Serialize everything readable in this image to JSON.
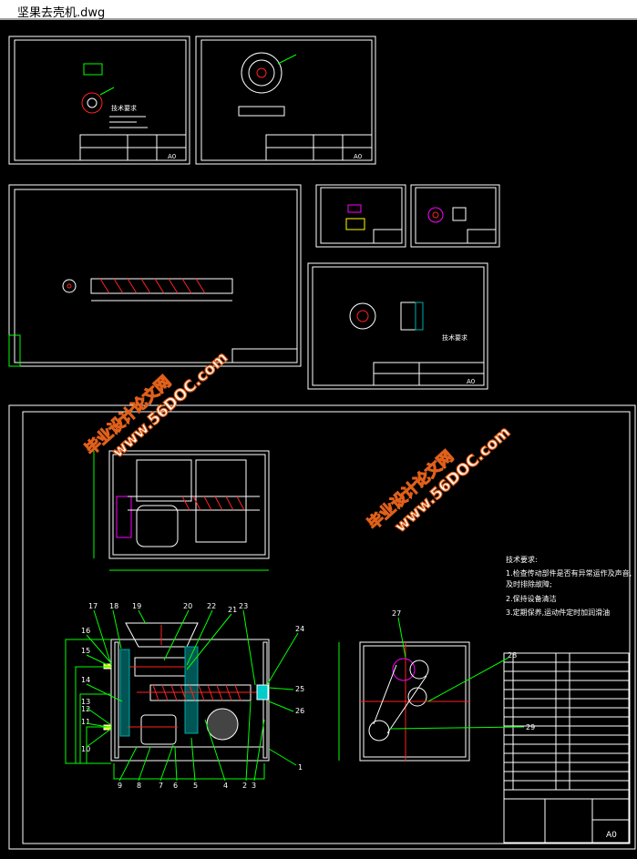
{
  "window": {
    "title": "坚果去壳机.dwg"
  },
  "watermarks": [
    {
      "line1": "毕业设计论文网",
      "line2": "www.56DOC.com"
    },
    {
      "line1": "毕业设计论文网",
      "line2": "www.56DOC.com"
    }
  ],
  "sheets": {
    "sheet1": {
      "notes_title": "技术要求",
      "size": "A0"
    },
    "sheet2": {
      "size": "A0"
    },
    "sheet6": {
      "notes_title": "技术要求",
      "size": "A0"
    },
    "main": {
      "size": "A0"
    }
  },
  "tech_requirements": {
    "title": "技术要求:",
    "items": [
      "1.检查传动部件是否有异常运作及声音,",
      "及时排除故障;",
      "2.保持设备清洁",
      "3.定期保养,运动件定时加润滑油"
    ]
  },
  "part_labels": [
    "1",
    "2",
    "3",
    "4",
    "5",
    "6",
    "7",
    "8",
    "9",
    "10",
    "11",
    "12",
    "13",
    "14",
    "15",
    "16",
    "17",
    "18",
    "19",
    "20",
    "21",
    "22",
    "23",
    "24",
    "25",
    "26",
    "27",
    "28",
    "29"
  ],
  "colors": {
    "background": "#000000",
    "frame": "#ffffff",
    "leader": "#00ff00",
    "watermark": "#ffffff",
    "watermark_stroke": "#ff6600",
    "shaft": "#ff2020",
    "hatch": "#00a0a0"
  }
}
